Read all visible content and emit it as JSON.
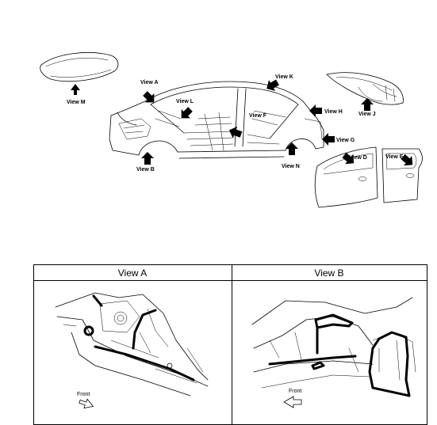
{
  "overview": {
    "view_labels": {
      "a": "View A",
      "b": "View B",
      "d": "View D",
      "e": "View E",
      "f": "View F",
      "g": "View G",
      "h": "View H",
      "j": "View J",
      "k": "View K",
      "l": "View L",
      "m": "View M",
      "n": "View N"
    }
  },
  "detail_panels": [
    {
      "title": "View A",
      "front_label": "Front",
      "front_direction": "right"
    },
    {
      "title": "View B",
      "front_label": "Front",
      "front_direction": "left"
    }
  ]
}
